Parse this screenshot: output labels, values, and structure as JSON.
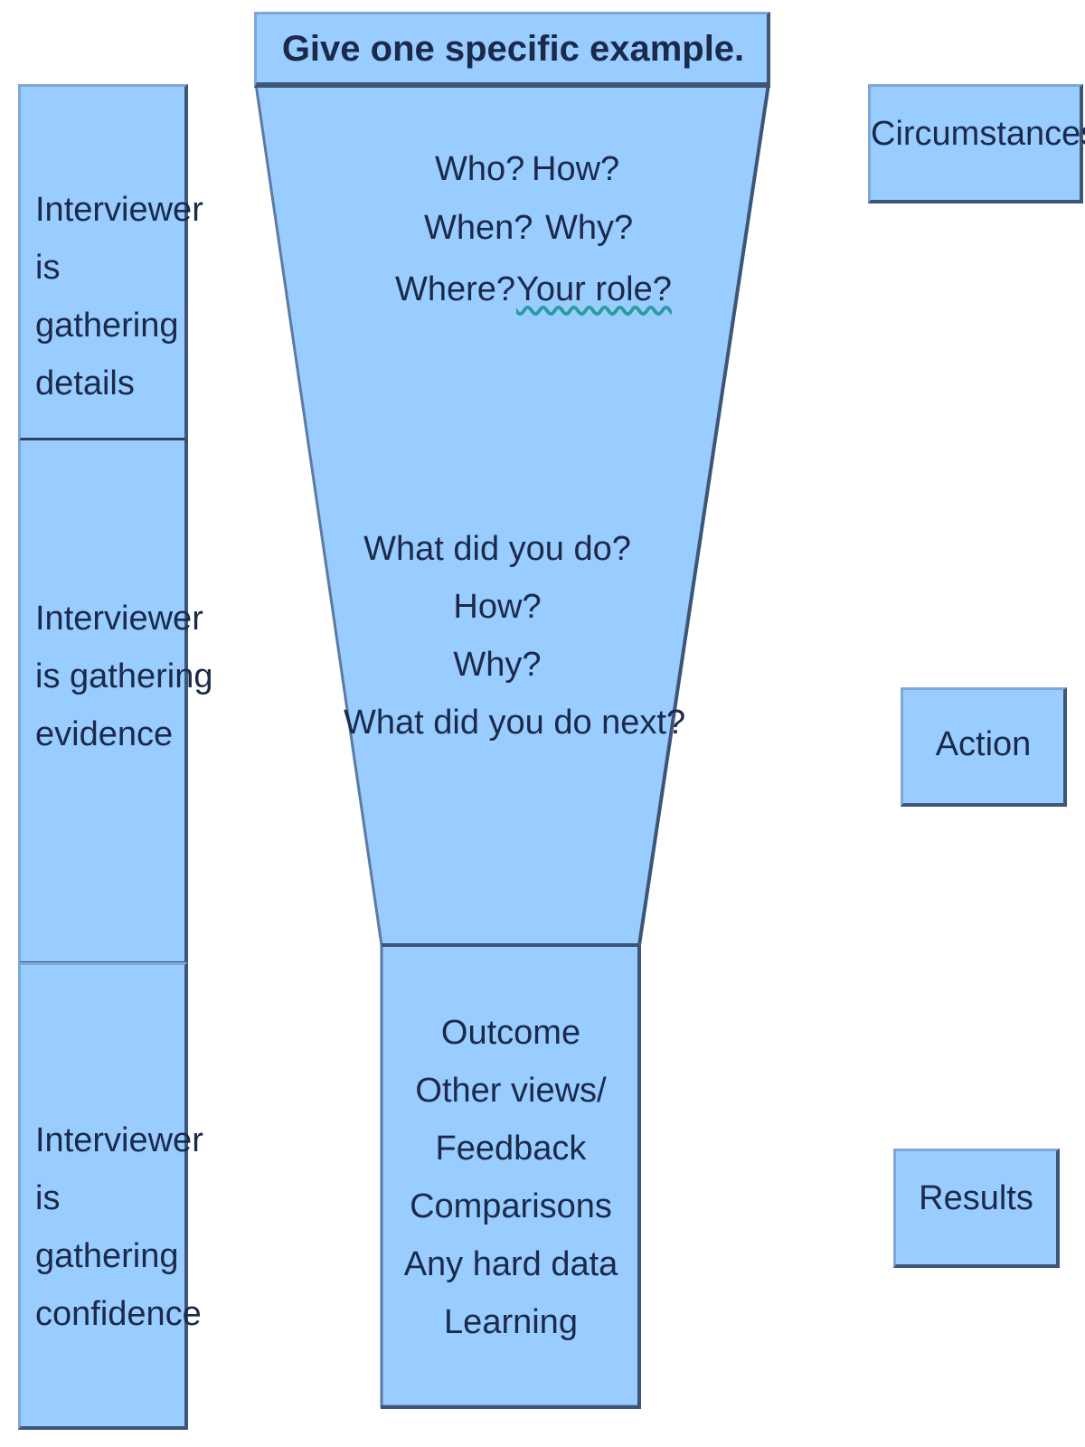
{
  "header": {
    "text": "Give one specific example."
  },
  "left_column": {
    "details": "Interviewer\nis\ngathering\ndetails",
    "evidence": "Interviewer\nis gathering\nevidence",
    "confidence": "Interviewer\nis\ngathering\nconfidence"
  },
  "funnel": {
    "q_row1_left": "Who?",
    "q_row1_right": "How?",
    "q_row2_left": "When?",
    "q_row2_right": "Why?",
    "q_row3_left": "Where?",
    "q_row3_right": "Your role?",
    "action_questions": "What did you do?\nHow?\nWhy?\nWhat did you do next?",
    "results_items": "Outcome\nOther views/\nFeedback\nComparisons\nAny hard data\nLearning"
  },
  "right_labels": {
    "circumstances": "Circumstances",
    "action": "Action",
    "results": "Results"
  },
  "colors": {
    "fill": "#99ccff",
    "border_dark": "#3d5577",
    "text": "#1b2a4a"
  }
}
